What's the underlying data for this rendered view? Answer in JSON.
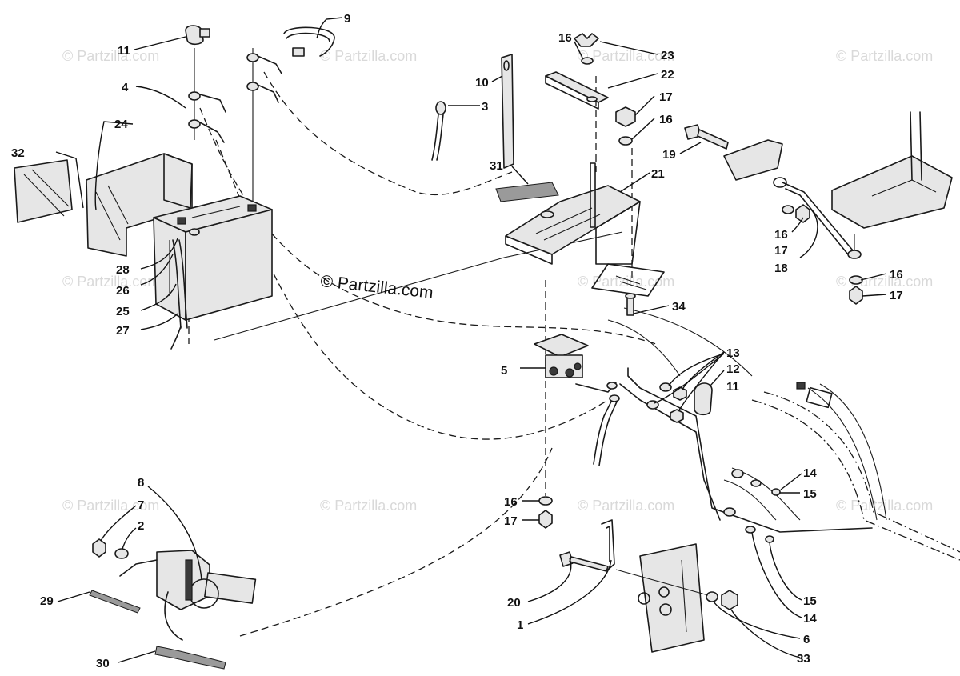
{
  "watermark": {
    "main": "© Partzilla.com",
    "faint": "© Partzilla.com"
  },
  "callouts": {
    "n1": "1",
    "n2": "2",
    "n3": "3",
    "n4": "4",
    "n5": "5",
    "n6": "6",
    "n7": "7",
    "n8": "8",
    "n9": "9",
    "n10": "10",
    "n11": "11",
    "n12": "12",
    "n13": "13",
    "n14": "14",
    "n15": "15",
    "n16": "16",
    "n17": "17",
    "n18": "18",
    "n19": "19",
    "n20": "20",
    "n21": "21",
    "n22": "22",
    "n23": "23",
    "n24": "24",
    "n25": "25",
    "n26": "26",
    "n27": "27",
    "n28": "28",
    "n29": "29",
    "n30": "30",
    "n31": "31",
    "n32": "32",
    "n33": "33",
    "n34": "34"
  }
}
